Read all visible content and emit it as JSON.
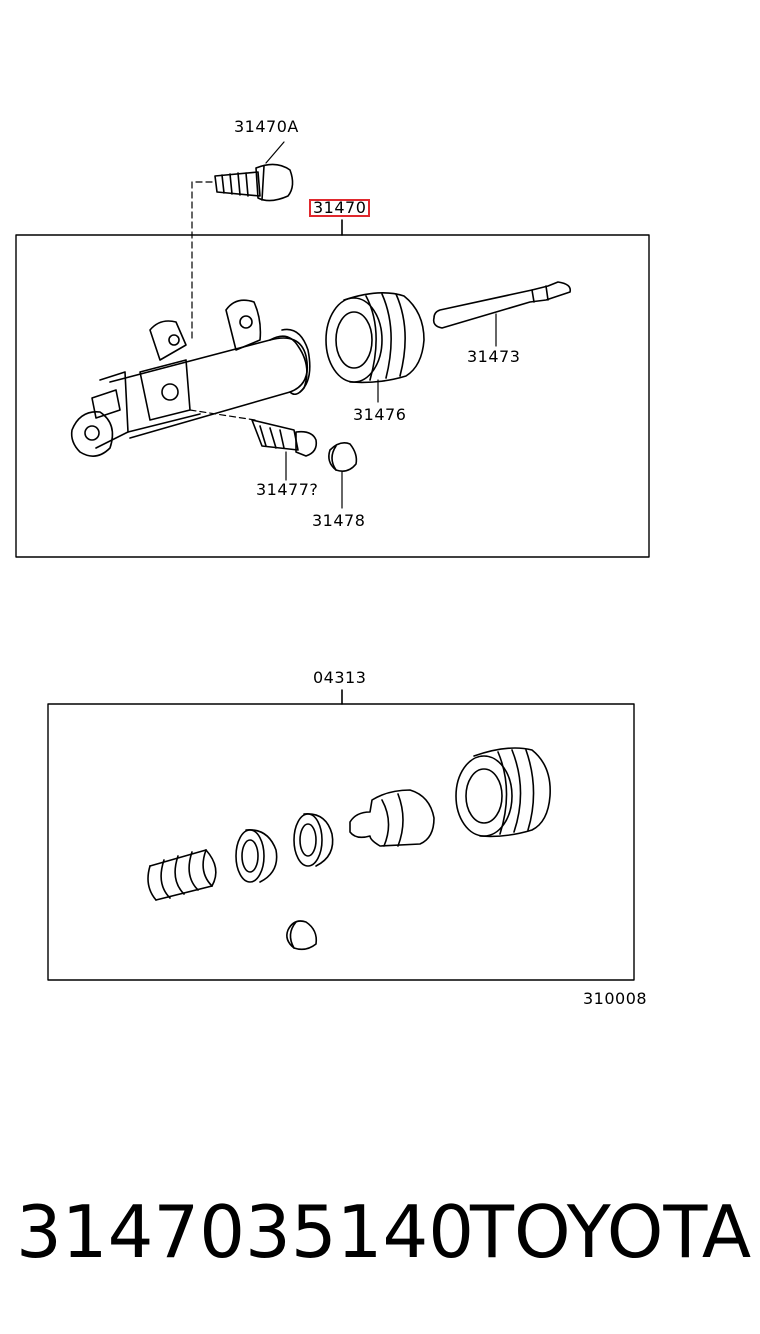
{
  "diagram": {
    "upper_assembly": {
      "assembly_label": "31470",
      "highlight_color": "#e0282d",
      "parts": {
        "bolt": "31470A",
        "push_rod": "31473",
        "boot": "31476",
        "bleeder_plug": "31477?",
        "bleeder_cap": "31478"
      }
    },
    "lower_assembly": {
      "kit_label": "04313"
    },
    "figure_number": "310008"
  },
  "footer": {
    "part_number": "3147035140",
    "brand": "TOYOTA"
  }
}
